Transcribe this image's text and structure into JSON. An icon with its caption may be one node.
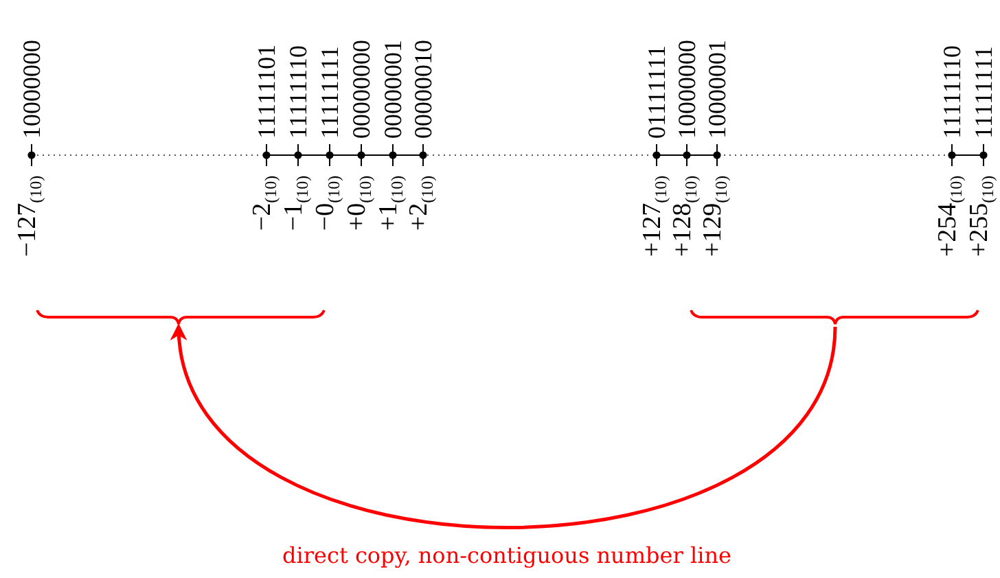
{
  "diagram": {
    "nodes": [
      {
        "text": [],
        "shape": "brace"
      },
      {
        "text": [],
        "shape": "brace"
      }
    ],
    "edges": [
      {
        "from": 1,
        "to": 0,
        "arrow": "to",
        "label": "direct copy, non-contiguous number line",
        "color": "#ff0000"
      }
    ],
    "labels": [
      "10000000",
      "11111101",
      "11111110",
      "11111111",
      "00000000",
      "00000001",
      "00000010",
      "01111111",
      "10000000",
      "10000001",
      "11111110",
      "11111111",
      "−127$_{(10)}$",
      "−2$_{(10)}$",
      "−1$_{(10)}$",
      "−0$_{(10)}$",
      "+0$_{(10)}$",
      "+1$_{(10)}$",
      "+2$_{(10)}$",
      "+127$_{(10)}$",
      "+128$_{(10)}$",
      "+129$_{(10)}$",
      "+254$_{(10)}$",
      "+255$_{(10)}$"
    ]
  }
}
